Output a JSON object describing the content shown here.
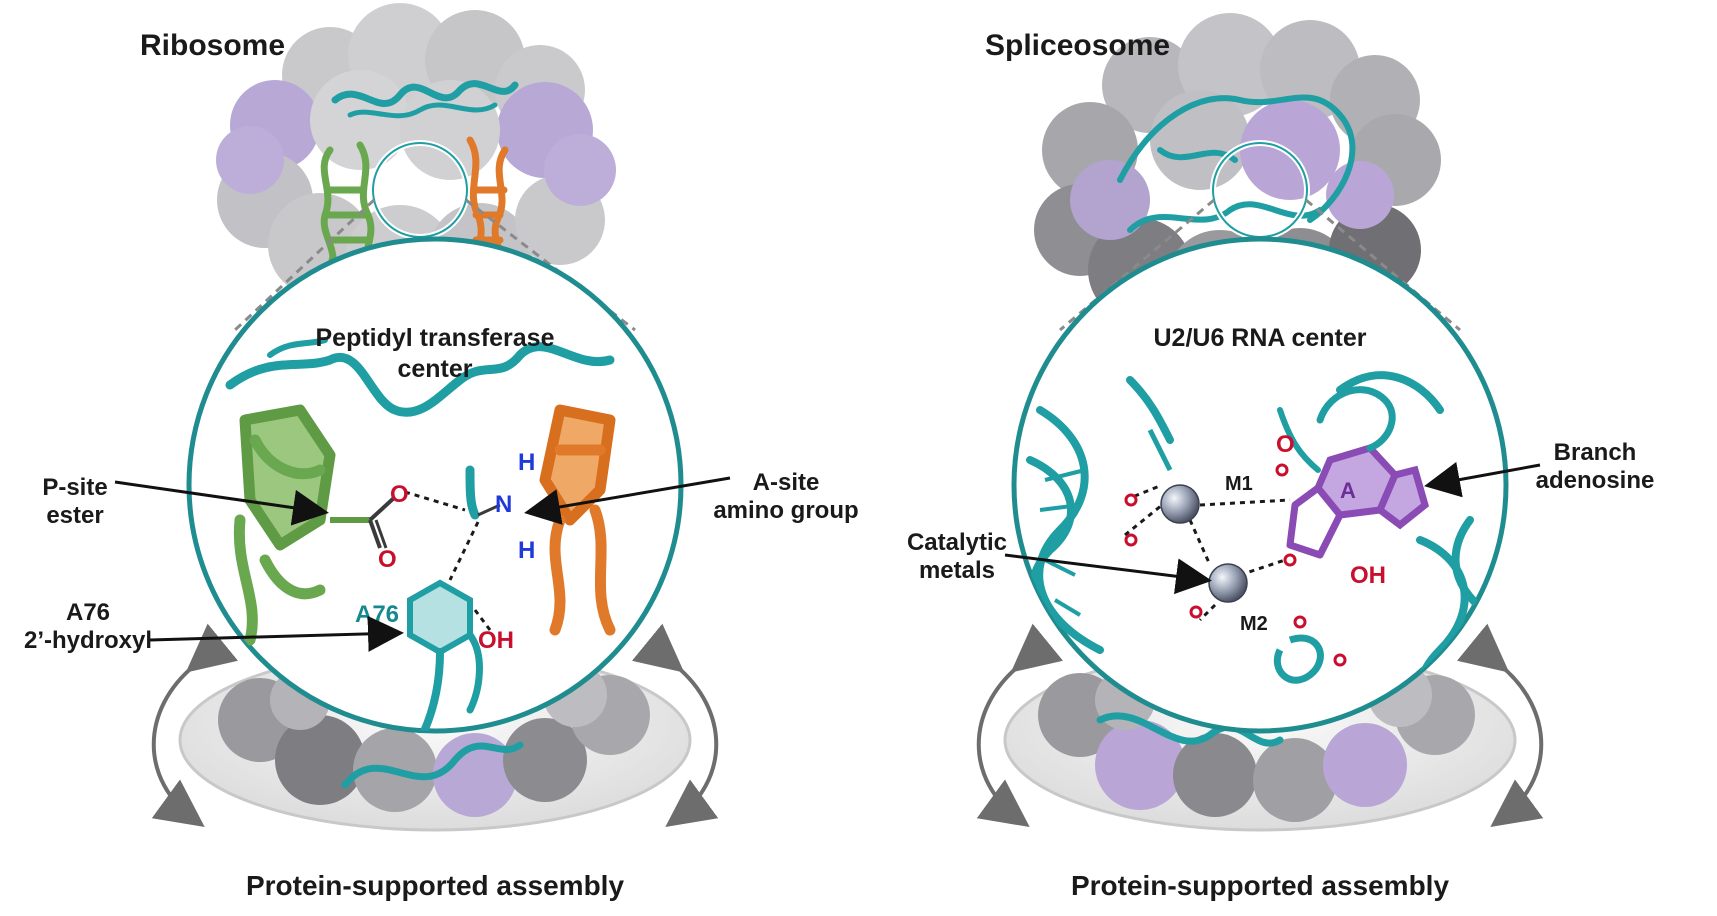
{
  "left_panel": {
    "title": "Ribosome",
    "center_title_line1": "Peptidyl transferase",
    "center_title_line2": "center",
    "callouts": {
      "p_site_line1": "P-site",
      "p_site_line2": "ester",
      "a_site_line1": "A-site",
      "a_site_line2": "amino group",
      "a76_line1": "A76",
      "a76_line2": "2’-hydroxyl"
    },
    "atoms": {
      "o1": "O",
      "o2": "O",
      "n": "N",
      "h1": "H",
      "h2": "H",
      "a76": "A76",
      "oh": "OH"
    },
    "bottom_caption": "Protein-supported assembly"
  },
  "right_panel": {
    "title": "Spliceosome",
    "center_title": "U2/U6 RNA center",
    "callouts": {
      "branch_line1": "Branch",
      "branch_line2": "adenosine",
      "catalytic_line1": "Catalytic",
      "catalytic_line2": "metals"
    },
    "atoms": {
      "m1": "M1",
      "m2": "M2",
      "a": "A",
      "oh": "OH",
      "o": "O"
    },
    "bottom_caption": "Protein-supported assembly"
  },
  "colors": {
    "rna_teal": "#1f9ea3",
    "trna_green": "#6aa84f",
    "trna_orange": "#e07a2a",
    "protein_gray": "#b9b9bd",
    "protein_purple": "#b9a6d6",
    "oxygen_red": "#c8102e",
    "nitrogen_blue": "#1f3ad8",
    "branch_purple": "#8a4bb5"
  }
}
